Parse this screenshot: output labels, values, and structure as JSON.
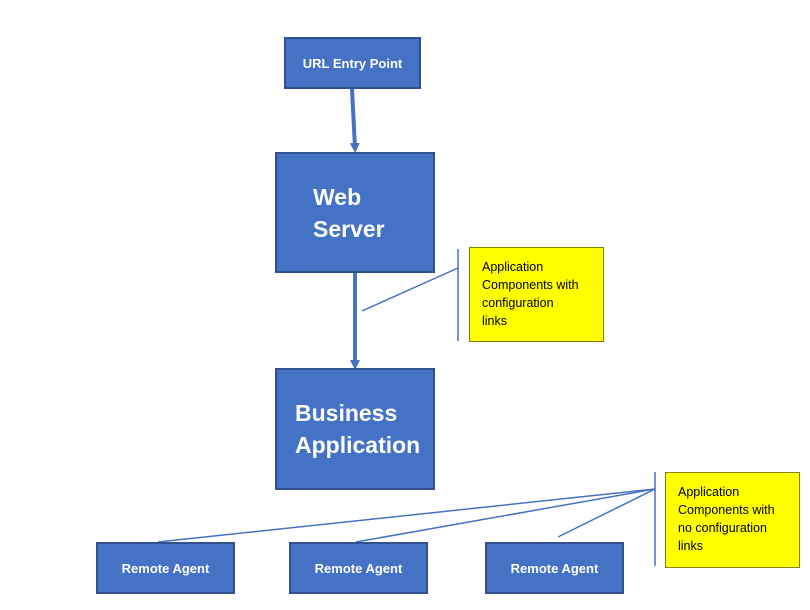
{
  "diagram": {
    "nodes": {
      "url_entry": "URL Entry Point",
      "web_server": "Web\nServer",
      "business_app": "Business\nApplication",
      "remote_agents": [
        "Remote Agent",
        "Remote Agent",
        "Remote Agent"
      ]
    },
    "notes": {
      "with_links": "Application\nComponents with\nconfiguration\nlinks",
      "no_links": "Application\nComponents with\nno configuration\nlinks"
    },
    "colors": {
      "node_fill": "#4472c4",
      "node_border": "#2f528f",
      "connector": "#4472c4",
      "note_fill": "#ffff00"
    }
  }
}
